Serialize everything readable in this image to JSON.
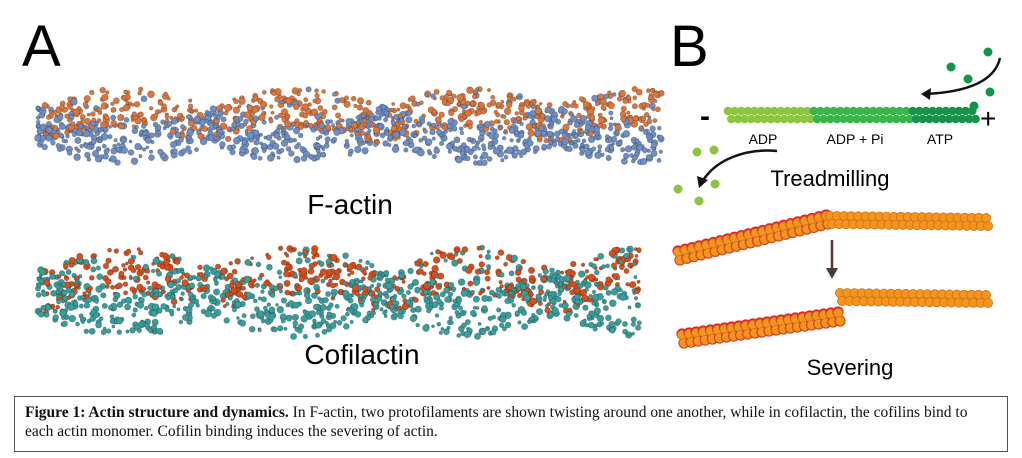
{
  "panel_a": {
    "letter": "A",
    "factin_label": "F-actin",
    "cofilactin_label": "Cofilactin"
  },
  "panel_b": {
    "letter": "B",
    "minus_end": "-",
    "plus_end": "+",
    "state_labels": [
      "ADP",
      "ADP + Pi",
      "ATP"
    ],
    "treadmilling_label": "Treadmilling",
    "severing_label": "Severing"
  },
  "caption": {
    "title": "Figure 1: Actin structure and dynamics.",
    "text": " In F-actin, two protofilaments are shown twisting around one another, while in cofilactin, the cofilins bind to each actin monomer. Cofilin binding induces the severing of actin."
  },
  "colors": {
    "actin_blue": "#6f8fc4",
    "actin_orange": "#d9773f",
    "cofilactin_teal": "#3a9e9c",
    "cofilin_red": "#d4501e",
    "adp_green": "#8cc63f",
    "adppi_green": "#39b54a",
    "atp_green": "#15934a",
    "sever_orange": "#f7941d",
    "cofilin_decor": "#e0262b"
  }
}
